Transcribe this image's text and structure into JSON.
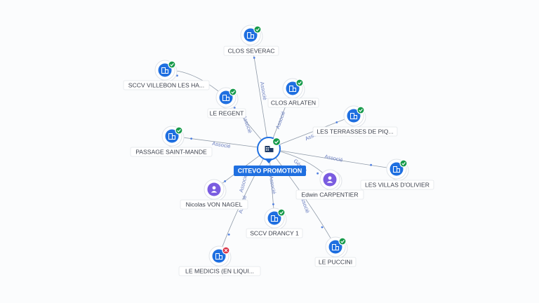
{
  "graph": {
    "center": {
      "label": "CITEVO PROMOTION",
      "type": "company",
      "status": "active",
      "icon": "building-icon"
    },
    "nodes": [
      {
        "id": "clos-severac",
        "label": "CLOS SEVERAC",
        "type": "company",
        "status": "active",
        "edge_label": "Associé"
      },
      {
        "id": "sccv-villebon",
        "label": "SCCV VILLEBON LES HA...",
        "type": "company",
        "status": "active",
        "edge_label": ""
      },
      {
        "id": "le-regent",
        "label": "LE REGENT",
        "type": "company",
        "status": "active",
        "edge_label": "Associé"
      },
      {
        "id": "clos-arlaten",
        "label": "CLOS ARLATEN",
        "type": "company",
        "status": "active",
        "edge_label": "Associé"
      },
      {
        "id": "les-terrasses",
        "label": "LES TERRASSES DE PIQ...",
        "type": "company",
        "status": "active",
        "edge_label": "Associé"
      },
      {
        "id": "passage-saint-mande",
        "label": "PASSAGE SAINT-MANDE",
        "type": "company",
        "status": "active",
        "edge_label": "Associé"
      },
      {
        "id": "les-villas",
        "label": "LES VILLAS D'OLIVIER",
        "type": "company",
        "status": "active",
        "edge_label": "Associé"
      },
      {
        "id": "edwin-carpentier",
        "label": "Edwin CARPENTIER",
        "type": "person",
        "status": "",
        "edge_label": "Gérant"
      },
      {
        "id": "nicolas-von-nagel",
        "label": "Nicolas VON NAGEL",
        "type": "person",
        "status": "",
        "edge_label": "Associé"
      },
      {
        "id": "sccv-drancy",
        "label": "SCCV DRANCY 1",
        "type": "company",
        "status": "active",
        "edge_label": "Associé"
      },
      {
        "id": "le-puccini",
        "label": "LE PUCCINI",
        "type": "company",
        "status": "active",
        "edge_label": "Associé"
      },
      {
        "id": "le-medicis",
        "label": "LE MEDICIS (EN LIQUI...",
        "type": "company",
        "status": "closed",
        "edge_label": "Associé"
      }
    ],
    "colors": {
      "company": "#1f6fe0",
      "person": "#7a5ce0",
      "active_badge": "#169a4a",
      "closed_badge": "#d93044",
      "edge_label": "#6b7fc0",
      "arrow": "#4f7fe0"
    }
  }
}
